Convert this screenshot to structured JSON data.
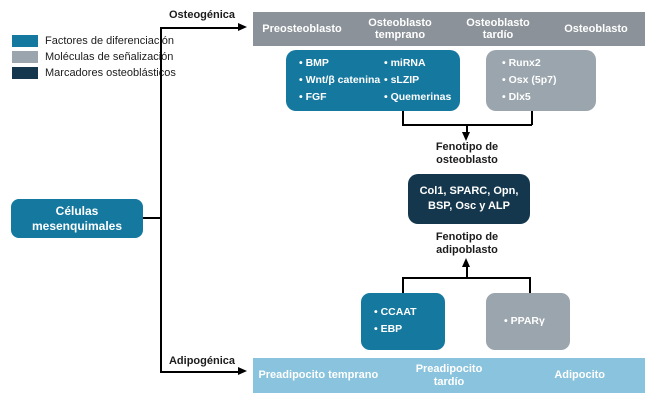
{
  "colors": {
    "teal": "#15789f",
    "gray_bar": "#8b9299",
    "gray_box": "#9aa5ad",
    "navy": "#14374d",
    "light_blue": "#89c3dd",
    "line": "#000000",
    "text_dark": "#1c1c1c"
  },
  "legend": {
    "items": [
      {
        "label": "Factores de diferenciación",
        "color": "#15789f"
      },
      {
        "label": "Moléculas de señalización",
        "color": "#9aa5ad"
      },
      {
        "label": "Marcadores osteoblásticos",
        "color": "#14374d"
      }
    ]
  },
  "root_cell": {
    "label": "Células mesenquimales"
  },
  "branches": {
    "osteogenic_label": "Osteogénica",
    "adipogenic_label": "Adipogénica"
  },
  "osteogenic": {
    "stages": [
      "Preosteoblasto",
      "Osteoblasto temprano",
      "Osteoblasto tardío",
      "Osteoblasto"
    ],
    "differentiation_factors_col1": [
      "BMP",
      "Wnt/β catenina",
      "FGF"
    ],
    "differentiation_factors_col2": [
      "miRNA",
      "sLZIP",
      "Quemerinas"
    ],
    "signaling_molecules": [
      "Runx2",
      "Osx (5p7)",
      "Dlx5"
    ],
    "phenotype_label": "Fenotipo de osteoblasto",
    "markers": "Col1, SPARC, Opn, BSP, Osc y ALP"
  },
  "adipogenic": {
    "stages": [
      "Preadipocito temprano",
      "Preadipocito tardío",
      "Adipocito"
    ],
    "phenotype_label": "Fenotipo de adipoblasto",
    "differentiation_factors": [
      "CCAAT",
      "EBP"
    ],
    "signaling_molecules": [
      "PPARγ"
    ]
  }
}
